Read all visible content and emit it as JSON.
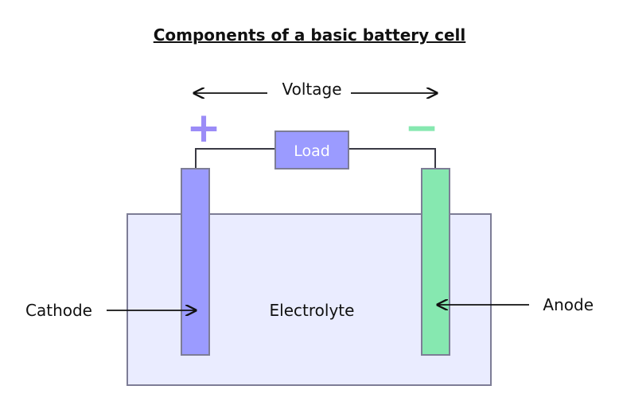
{
  "title": "Components of a basic battery cell",
  "labels": {
    "voltage": "Voltage",
    "positive": "+",
    "negative": "−",
    "load": "Load",
    "electrolyte": "Electrolyte",
    "cathode": "Cathode",
    "anode": "Anode"
  },
  "colors": {
    "cathode": "#9b9bff",
    "anode": "#86e8b0",
    "electrolyte": "#eaecff",
    "outline": "#7d7d96",
    "wire": "#3a3a44",
    "load": "#9b9bff",
    "load_text": "#ffffff",
    "positive_sign": "#9b8cf7",
    "negative_sign": "#86e8b0"
  }
}
